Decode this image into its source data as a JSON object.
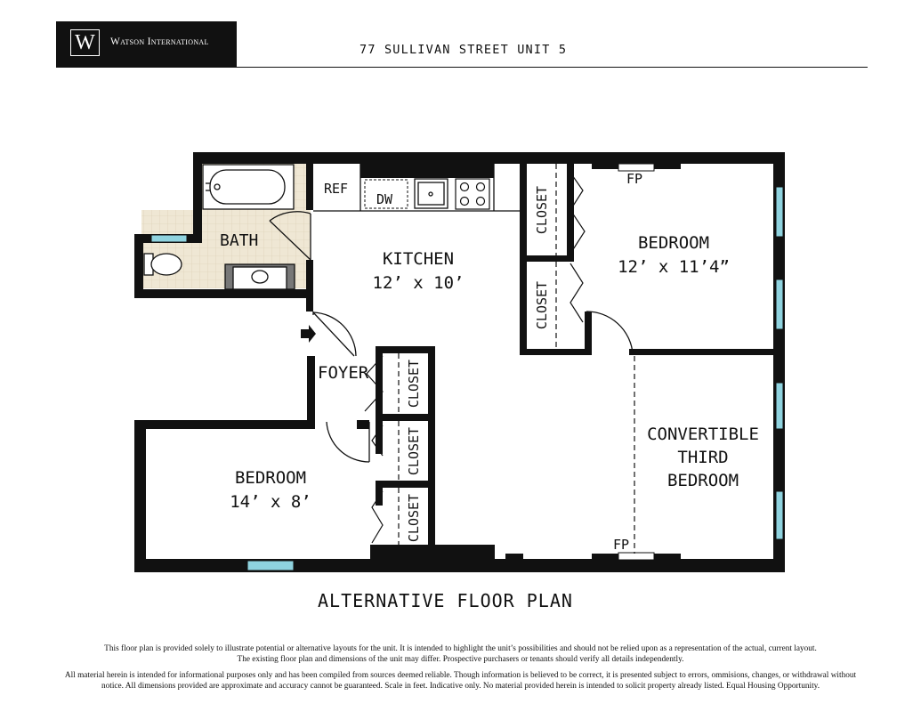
{
  "header": {
    "logo_mark": "W",
    "brand": "Watson International",
    "address": "77 SULLIVAN STREET UNIT 5"
  },
  "rooms": {
    "bath": "BATH",
    "kitchen": "KITCHEN",
    "kitchen_dims": "12’ x 10’",
    "bedroom_1": "BEDROOM",
    "bedroom_1_dims": "12’ x 11’4”",
    "bedroom_2": "BEDROOM",
    "bedroom_2_dims": "14’ x 8’",
    "foyer": "FOYER",
    "convertible_1": "CONVERTIBLE",
    "convertible_2": "THIRD",
    "convertible_3": "BEDROOM"
  },
  "fixtures": {
    "ref": "REF",
    "dw": "DW",
    "fireplace_top": "FP",
    "fireplace_bottom": "FP",
    "closet_label": "CLOSET"
  },
  "plan_title": "ALTERNATIVE FLOOR PLAN",
  "disclaimer": [
    "This floor plan is provided solely to illustrate potential or alternative layouts for the unit. It is intended to highlight the unit’s possibilities and should not be relied upon as a representation of the actual, current layout.",
    "The existing floor plan and dimensions of the unit may differ. Prospective purchasers or tenants should verify all details independently.",
    "All material herein is intended for informational purposes only and has been compiled from sources deemed reliable. Though information is believed to be correct, it is presented subject to errors, ommisions, changes, or withdrawal without",
    "notice. All dimensions provided are approximate and accuracy cannot be guaranteed. Scale in feet. Indicative only. No material provided herein is intended to solicit property already listed. Equal Housing Opportunity."
  ],
  "colors": {
    "wall": "#111111",
    "window": "#8fd3df",
    "bath_tile": "#efe7d4"
  }
}
